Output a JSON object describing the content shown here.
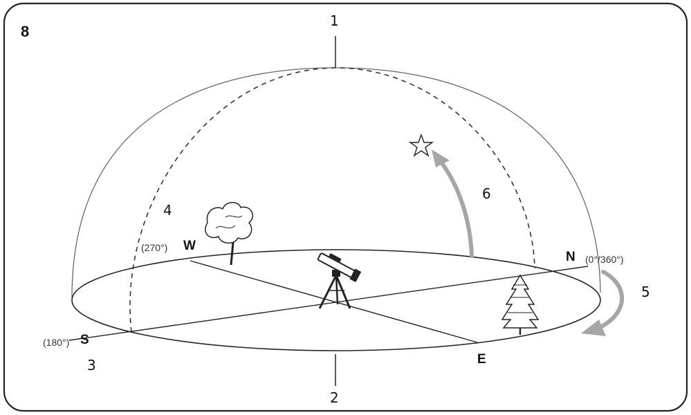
{
  "figure_number": "8",
  "callouts": {
    "c1": "1",
    "c2": "2",
    "c3": "3",
    "c4": "4",
    "c5": "5",
    "c6": "6"
  },
  "directions": {
    "north": {
      "letter": "N",
      "degrees": "(0°/360°)"
    },
    "south": {
      "letter": "S",
      "degrees": "(180°)"
    },
    "west": {
      "letter": "W",
      "degrees": "(270°)"
    },
    "east": {
      "letter": "E"
    }
  },
  "colors": {
    "frame": "#222222",
    "dome": "#555555",
    "arrow": "#a6a6a6",
    "ink": "#111111"
  }
}
